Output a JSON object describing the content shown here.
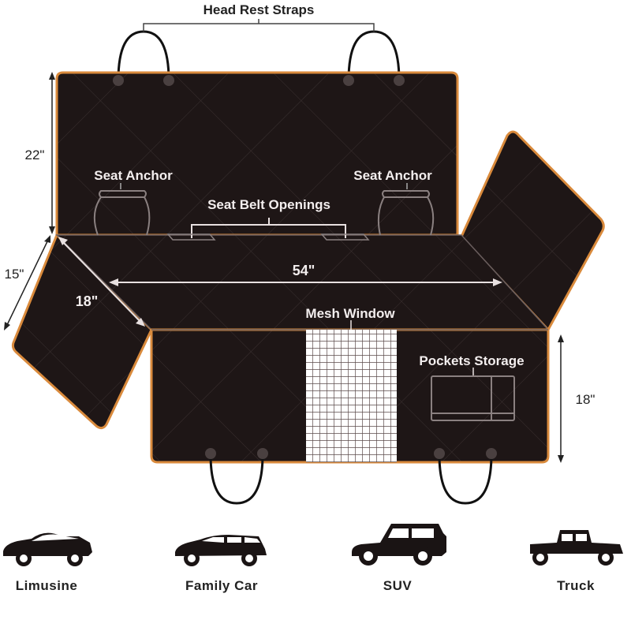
{
  "diagram": {
    "colors": {
      "fabric": "#1e1616",
      "trim": "#d98a3c",
      "quilt_line": "#3a3030",
      "label_light": "#f3eeee",
      "label_dark": "#222222",
      "mesh_bg": "#ffffff",
      "mesh_line": "#5a4a4a",
      "strap": "#111111"
    },
    "labels": {
      "head_rest_straps": "Head Rest Straps",
      "seat_anchor_left": "Seat Anchor",
      "seat_anchor_right": "Seat Anchor",
      "seat_belt_openings": "Seat Belt Openings",
      "mesh_window": "Mesh Window",
      "pockets_storage": "Pockets Storage"
    },
    "dimensions": {
      "backrest_height": "22\"",
      "side_flap_length": "15\"",
      "side_flap_width": "18\"",
      "seat_width": "54\"",
      "front_height": "18\""
    }
  },
  "vehicles": [
    {
      "name": "Limusine",
      "icon": "sedan-icon"
    },
    {
      "name": "Family Car",
      "icon": "wagon-icon"
    },
    {
      "name": "SUV",
      "icon": "suv-icon"
    },
    {
      "name": "Truck",
      "icon": "truck-icon"
    }
  ]
}
